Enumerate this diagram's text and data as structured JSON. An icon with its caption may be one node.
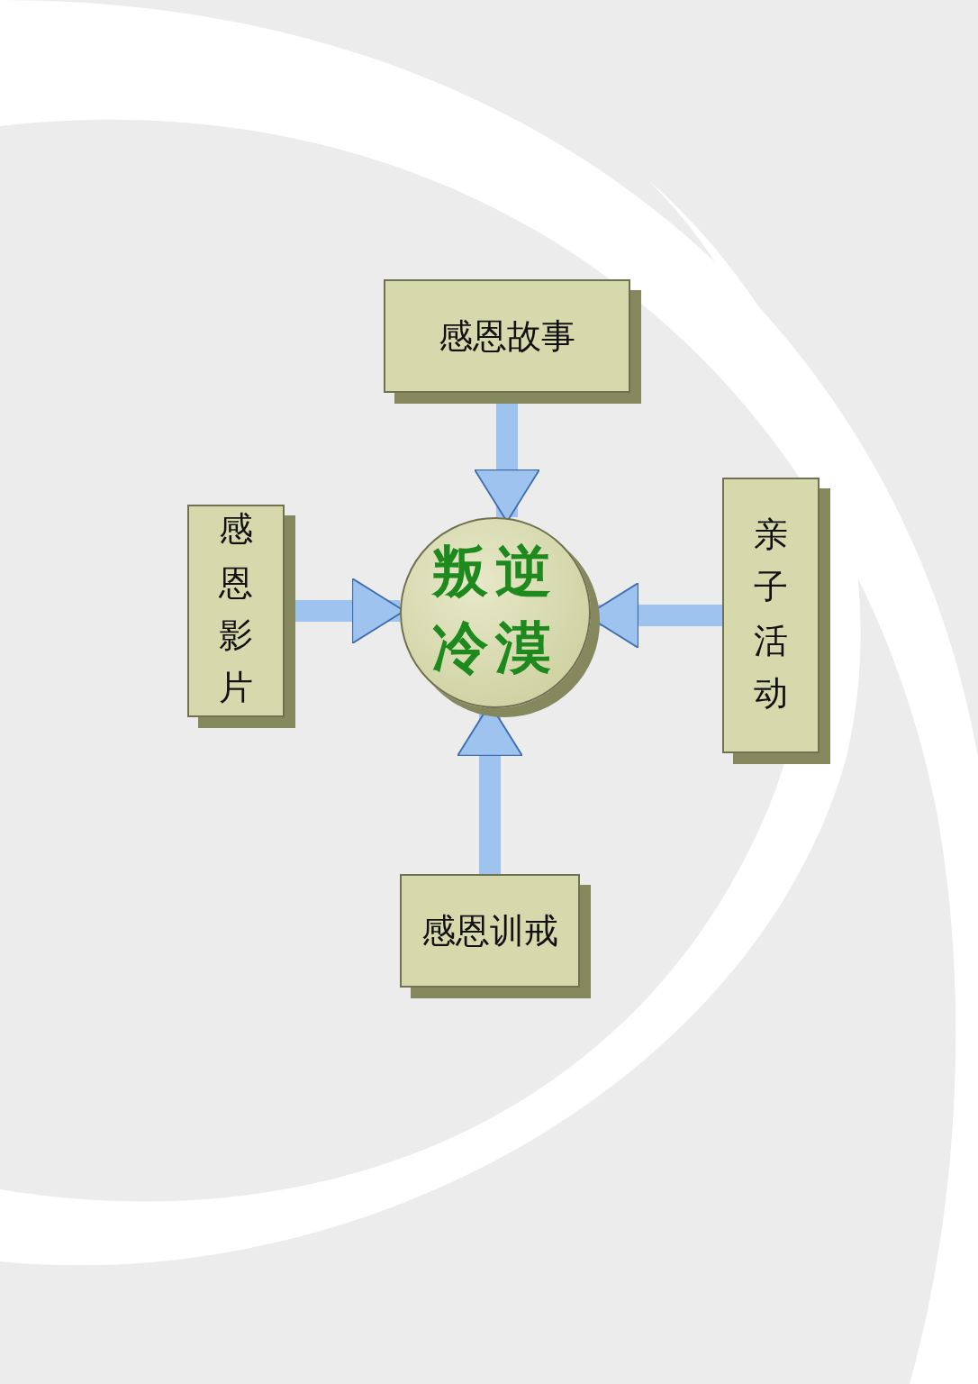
{
  "diagram": {
    "nodes": [
      {
        "text": [
          "感恩故事"
        ]
      },
      {
        "text": [
          "感恩影片"
        ]
      },
      {
        "text": [
          "叛逆冷漠"
        ]
      },
      {
        "text": [
          "亲子活动"
        ]
      },
      {
        "text": [
          "感恩训戒"
        ]
      }
    ],
    "edges": [
      {
        "from": 0,
        "to": 2,
        "arrow": "to"
      },
      {
        "from": 1,
        "to": 2,
        "arrow": "to"
      },
      {
        "from": 3,
        "to": 2,
        "arrow": "to"
      },
      {
        "from": 4,
        "to": 2,
        "arrow": "to"
      }
    ]
  }
}
